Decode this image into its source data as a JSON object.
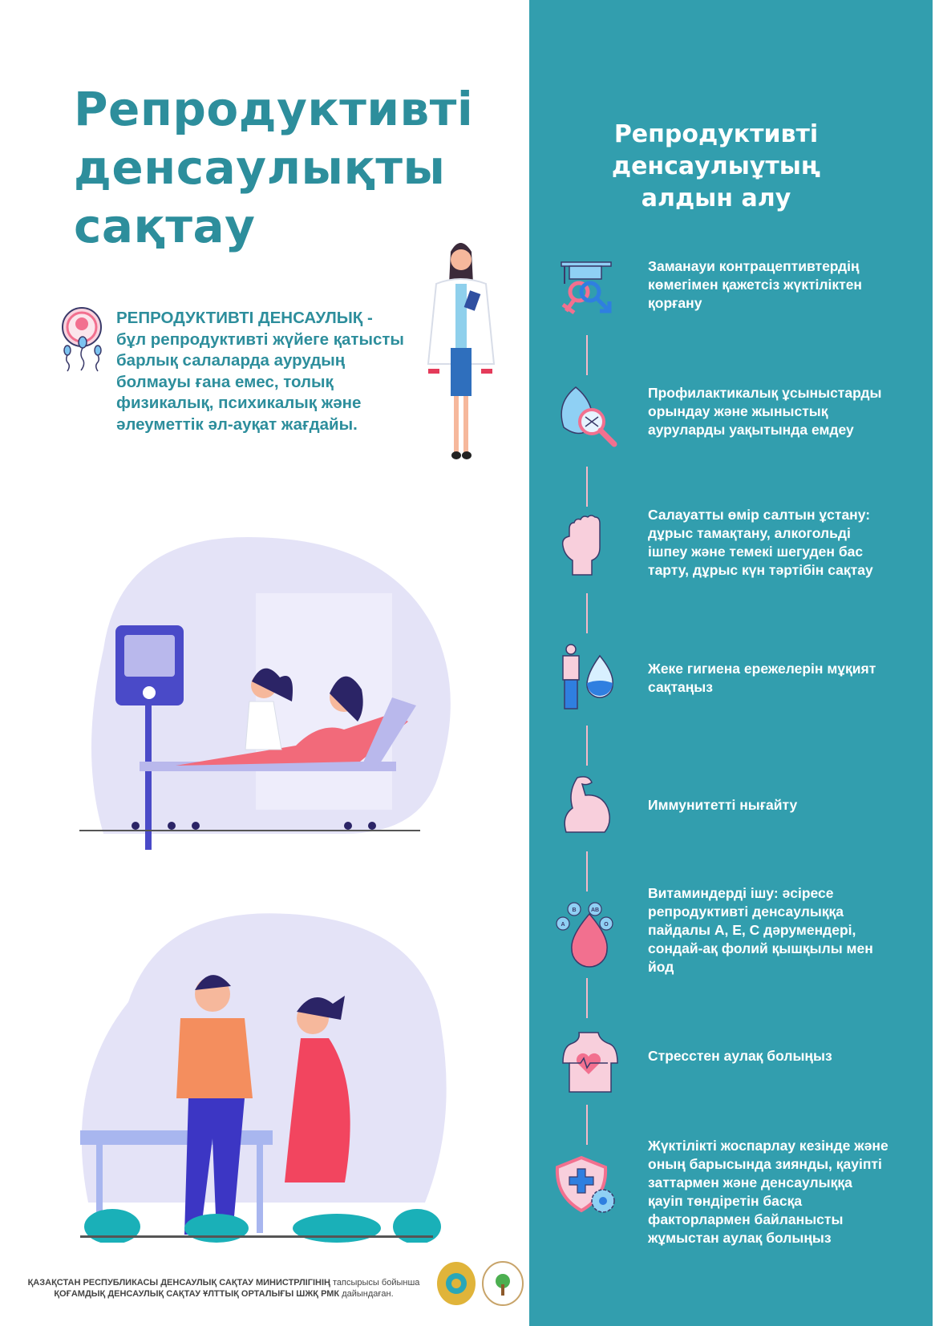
{
  "left": {
    "title_lines": [
      "Репродуктивті",
      "денсаулықты",
      "сақтау"
    ],
    "definition_heading": "РЕПРОДУКТИВТІ ДЕНСАУЛЫҚ",
    "definition_body": "- бұл репродуктивті жүйеге қатысты барлық салаларда аурудың болмауы ғана емес, толық физикалық, психикалық және әлеуметтік әл-ауқат жағдайы."
  },
  "panel": {
    "title_lines": [
      "Репродуктивті",
      "денсаулыұтың",
      "алдын алу"
    ],
    "items": [
      {
        "icon": "contraception-icon",
        "text": "Заманауи контрацептивтердің көмегімен қажетсіз жүктіліктен қорғану"
      },
      {
        "icon": "leaf-dna-magnifier-icon",
        "text": "Профилактикалық ұсыныстарды орындау және жыныстық ауруларды уақытында емдеу"
      },
      {
        "icon": "raised-hand-icon",
        "text": "Салауатты өмір салтын ұстану: дұрыс тамақтану, алкогольді ішпеу және темекі шегуден бас тарту, дұрыс күн тәртібін сақтау"
      },
      {
        "icon": "person-water-drop-icon",
        "text": "Жеке гигиена ережелерін мұқият сақтаңыз"
      },
      {
        "icon": "flexed-arm-icon",
        "text": "Иммунитетті нығайту"
      },
      {
        "icon": "blood-drop-groups-icon",
        "text": "Витаминдерді ішу: әсіресе репродуктивті денсаулыққа пайдалы А, Е, С дәрумендері, сондай-ақ фолий қышқылы мен йод"
      },
      {
        "icon": "torso-heart-icon",
        "text": "Стресстен аулақ болыңыз"
      },
      {
        "icon": "shield-cross-virus-icon",
        "text": "Жүктілікті жоспарлау кезінде және оның барысында зиянды, қауіпті заттармен және денсаулыққа қауіп төндіретін басқа факторлармен байланысты жұмыстан аулақ болыңыз"
      }
    ],
    "blood_groups": [
      "A",
      "B",
      "AB",
      "O"
    ]
  },
  "footer": {
    "line1_bold": "ҚАЗАҚСТАН РЕСПУБЛИКАСЫ ДЕНСАУЛЫҚ САҚТАУ МИНИСТРЛІГІНІҢ",
    "line1_rest": "тапсырысы бойынша",
    "line2_bold": "ҚОҒАМДЫҚ ДЕНСАУЛЫҚ САҚТАУ ҰЛТТЫҚ ОРТАЛЫҒЫ ШЖҚ РМК",
    "line2_rest": "дайындаған."
  },
  "colors": {
    "teal": "#329eae",
    "title_teal": "#2d8e9c",
    "pink": "#f2708f",
    "blue": "#2f7fe0",
    "lavender": "#e4e3f7"
  }
}
